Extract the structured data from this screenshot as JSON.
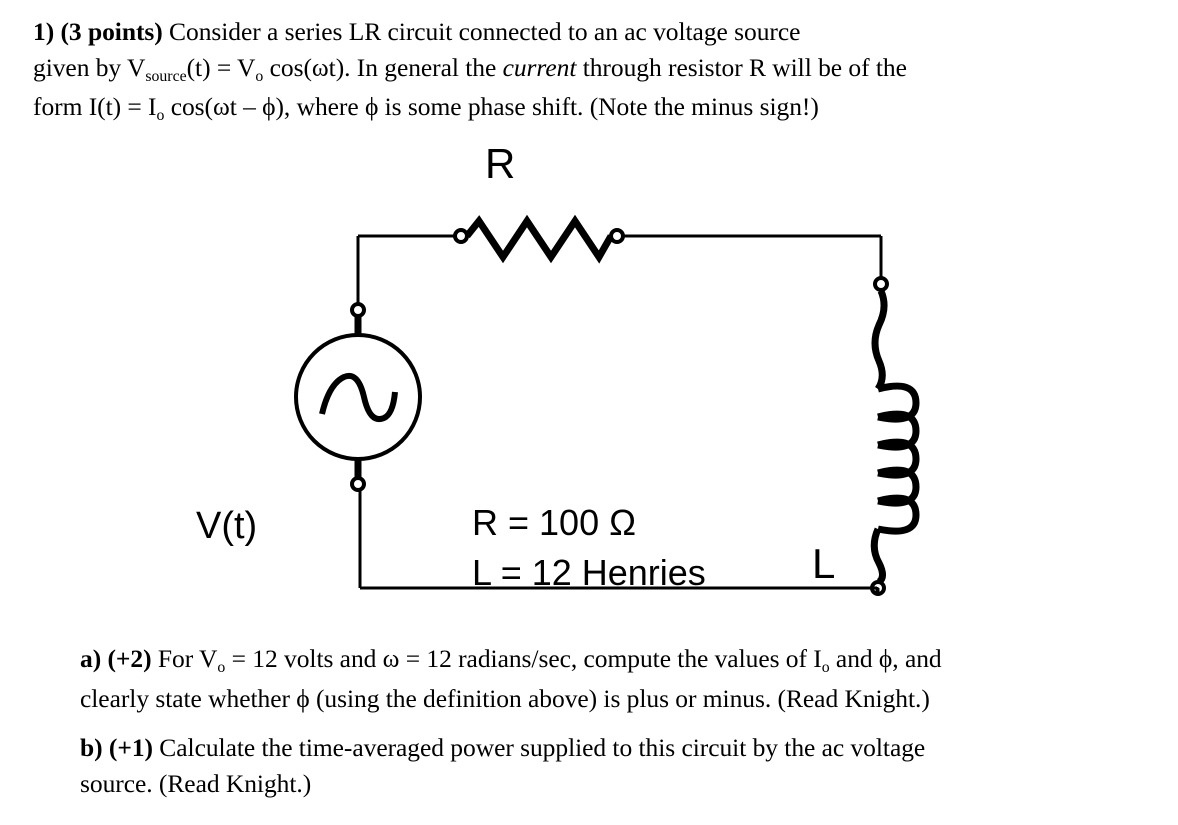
{
  "problem": {
    "number_label": "1)",
    "points_label": "(3 points)",
    "line1_rest": " Consider a series LR circuit connected to an ac voltage source",
    "line2_a": "given by V",
    "line2_sub1": "source",
    "line2_b": "(t) = V",
    "line2_sub2": "o",
    "line2_c": " cos(ωt). In general the ",
    "line2_italic": "current",
    "line2_d": " through resistor R will be of the",
    "line3_a": "form I(t) = I",
    "line3_sub": "o",
    "line3_b": " cos(ωt – ϕ), where ϕ is some phase shift. (Note the minus sign!)"
  },
  "circuit": {
    "resistor_label": "R",
    "source_label": "V(t)",
    "inductor_label": "L",
    "values": {
      "resistance": "R = 100 Ω",
      "inductance": "L = 12 Henries"
    },
    "components": {
      "resistor": "zigzag-resistor-symbol",
      "inductor": "coil-inductor-symbol",
      "source": "ac-voltage-source-symbol",
      "inductor_turns": 5,
      "resistor_peaks": 5
    },
    "stroke_color": "#000000"
  },
  "subquestions": [
    {
      "id": "a",
      "marker": "a)",
      "points": "(+2)",
      "line1_a": " For V",
      "line1_sub": "o",
      "line1_b": " = 12 volts and ω = 12 radians/sec, compute the values of I",
      "line1_sub2": "o",
      "line1_c": " and ϕ, and",
      "line2": "clearly state whether ϕ (using the definition above) is plus or minus. (Read Knight.)"
    },
    {
      "id": "b",
      "marker": "b)",
      "points": "(+1)",
      "line1": " Calculate the time-averaged power supplied to this circuit by the ac voltage",
      "line2": "source. (Read Knight.)"
    }
  ]
}
